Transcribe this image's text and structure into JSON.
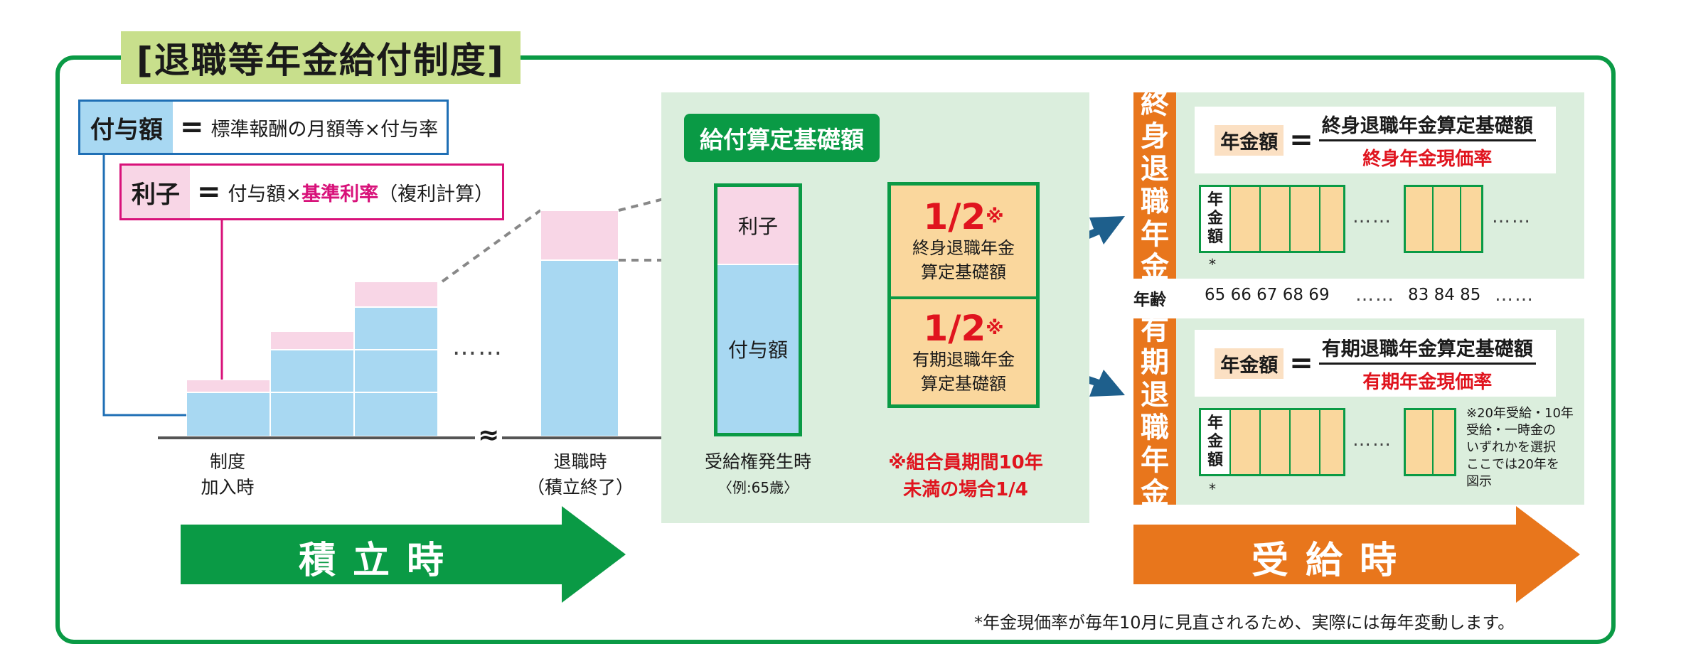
{
  "title": "[退職等年金給付制度]",
  "definitions": {
    "grant": {
      "label": "付与額",
      "eq": "=",
      "text": "標準報酬の月額等×付与率"
    },
    "interest": {
      "label": "利子",
      "eq": "=",
      "text_prefix": "付与額×",
      "text_highlight": "基準利率",
      "text_suffix": "（複利計算）"
    }
  },
  "timeline": {
    "join_label_1": "制度",
    "join_label_2": "加入時",
    "retire_label_1": "退職時",
    "retire_label_2": "（積立終了）",
    "entitlement_label_1": "受給権発生時",
    "entitlement_label_2": "〈例:65歳〉",
    "wave": "≈",
    "dots": "……"
  },
  "calc_basis": {
    "badge": "給付算定基礎額",
    "interest": "利子",
    "grant": "付与額"
  },
  "split": {
    "upper_big": "1/2",
    "upper_mark": "※",
    "upper_sub_1": "終身退職年金",
    "upper_sub_2": "算定基礎額",
    "lower_big": "1/2",
    "lower_mark": "※",
    "lower_sub_1": "有期退職年金",
    "lower_sub_2": "算定基礎額",
    "note_1": "※組合員期間10年",
    "note_2": "未満の場合1/4"
  },
  "lifetime": {
    "vlabel": [
      "終",
      "身",
      "退",
      "職",
      "年",
      "金"
    ],
    "f_label": "年金額",
    "eq": "=",
    "numerator": "終身退職年金算定基礎額",
    "denominator": "終身年金現価率",
    "grid_label": [
      "年",
      "金",
      "額"
    ],
    "asterisk": "*",
    "dots1": "……",
    "dots2": "……"
  },
  "ages": {
    "label": "年齢",
    "values_a": "65 66 67 68 69",
    "dots_a": "……",
    "values_b": "83 84 85",
    "dots_b": "……"
  },
  "fixed_term": {
    "vlabel": [
      "有",
      "期",
      "退",
      "職",
      "年",
      "金"
    ],
    "f_label": "年金額",
    "eq": "=",
    "numerator": "有期退職年金算定基礎額",
    "denominator": "有期年金現価率",
    "grid_label": [
      "年",
      "金",
      "額"
    ],
    "asterisk": "*",
    "dots": "……",
    "note": [
      "※20年受給・10年",
      "受給・一時金の",
      "いずれかを選択",
      "ここでは20年を",
      "図示"
    ]
  },
  "arrows": {
    "accumulation": "積立時",
    "receipt": "受給時"
  },
  "footnote": "*年金現価率が毎年10月に見直されるため、実際には毎年変動します。",
  "colors": {
    "green": "#0a9a45",
    "orange": "#e8761c",
    "navy_arrow": "#1e5f8c",
    "blue_bar": "#a8d8f2",
    "pink_bar": "#f8d6e6",
    "red_text": "#e0141e"
  }
}
